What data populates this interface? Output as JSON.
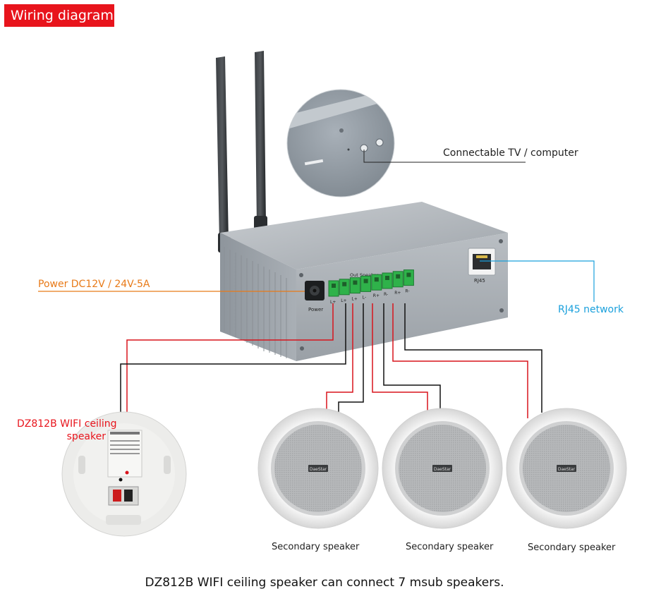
{
  "header": {
    "title": "Wiring diagram"
  },
  "labels": {
    "tv": "Connectable TV / computer",
    "power": "Power DC12V / 24V-5A",
    "rj45_network": "RJ45 network",
    "main_speaker": "DZ812B WIFI ceiling",
    "main_speaker_line2": "speaker",
    "secondary": [
      "Secondary speaker",
      "Secondary speaker",
      "Secondary speaker"
    ]
  },
  "device": {
    "power_port": "Power",
    "out_speaker": "Out Speaker",
    "rj45_port": "RJ45",
    "terminals": [
      "L+",
      "L+",
      "L+",
      "L-",
      "R+",
      "R-",
      "R+",
      "R-"
    ]
  },
  "speaker_logo": "DaeStar",
  "caption": "DZ812B WIFI ceiling speaker can connect 7 msub speakers.",
  "colors": {
    "header_bg": "#e8141c",
    "power_label": "#e87a18",
    "rj45_label": "#1aa0dc",
    "main_speaker_label": "#e8141c",
    "wire_red": "#d8141c",
    "wire_black": "#111111",
    "terminal_green": "#2fb24a"
  }
}
